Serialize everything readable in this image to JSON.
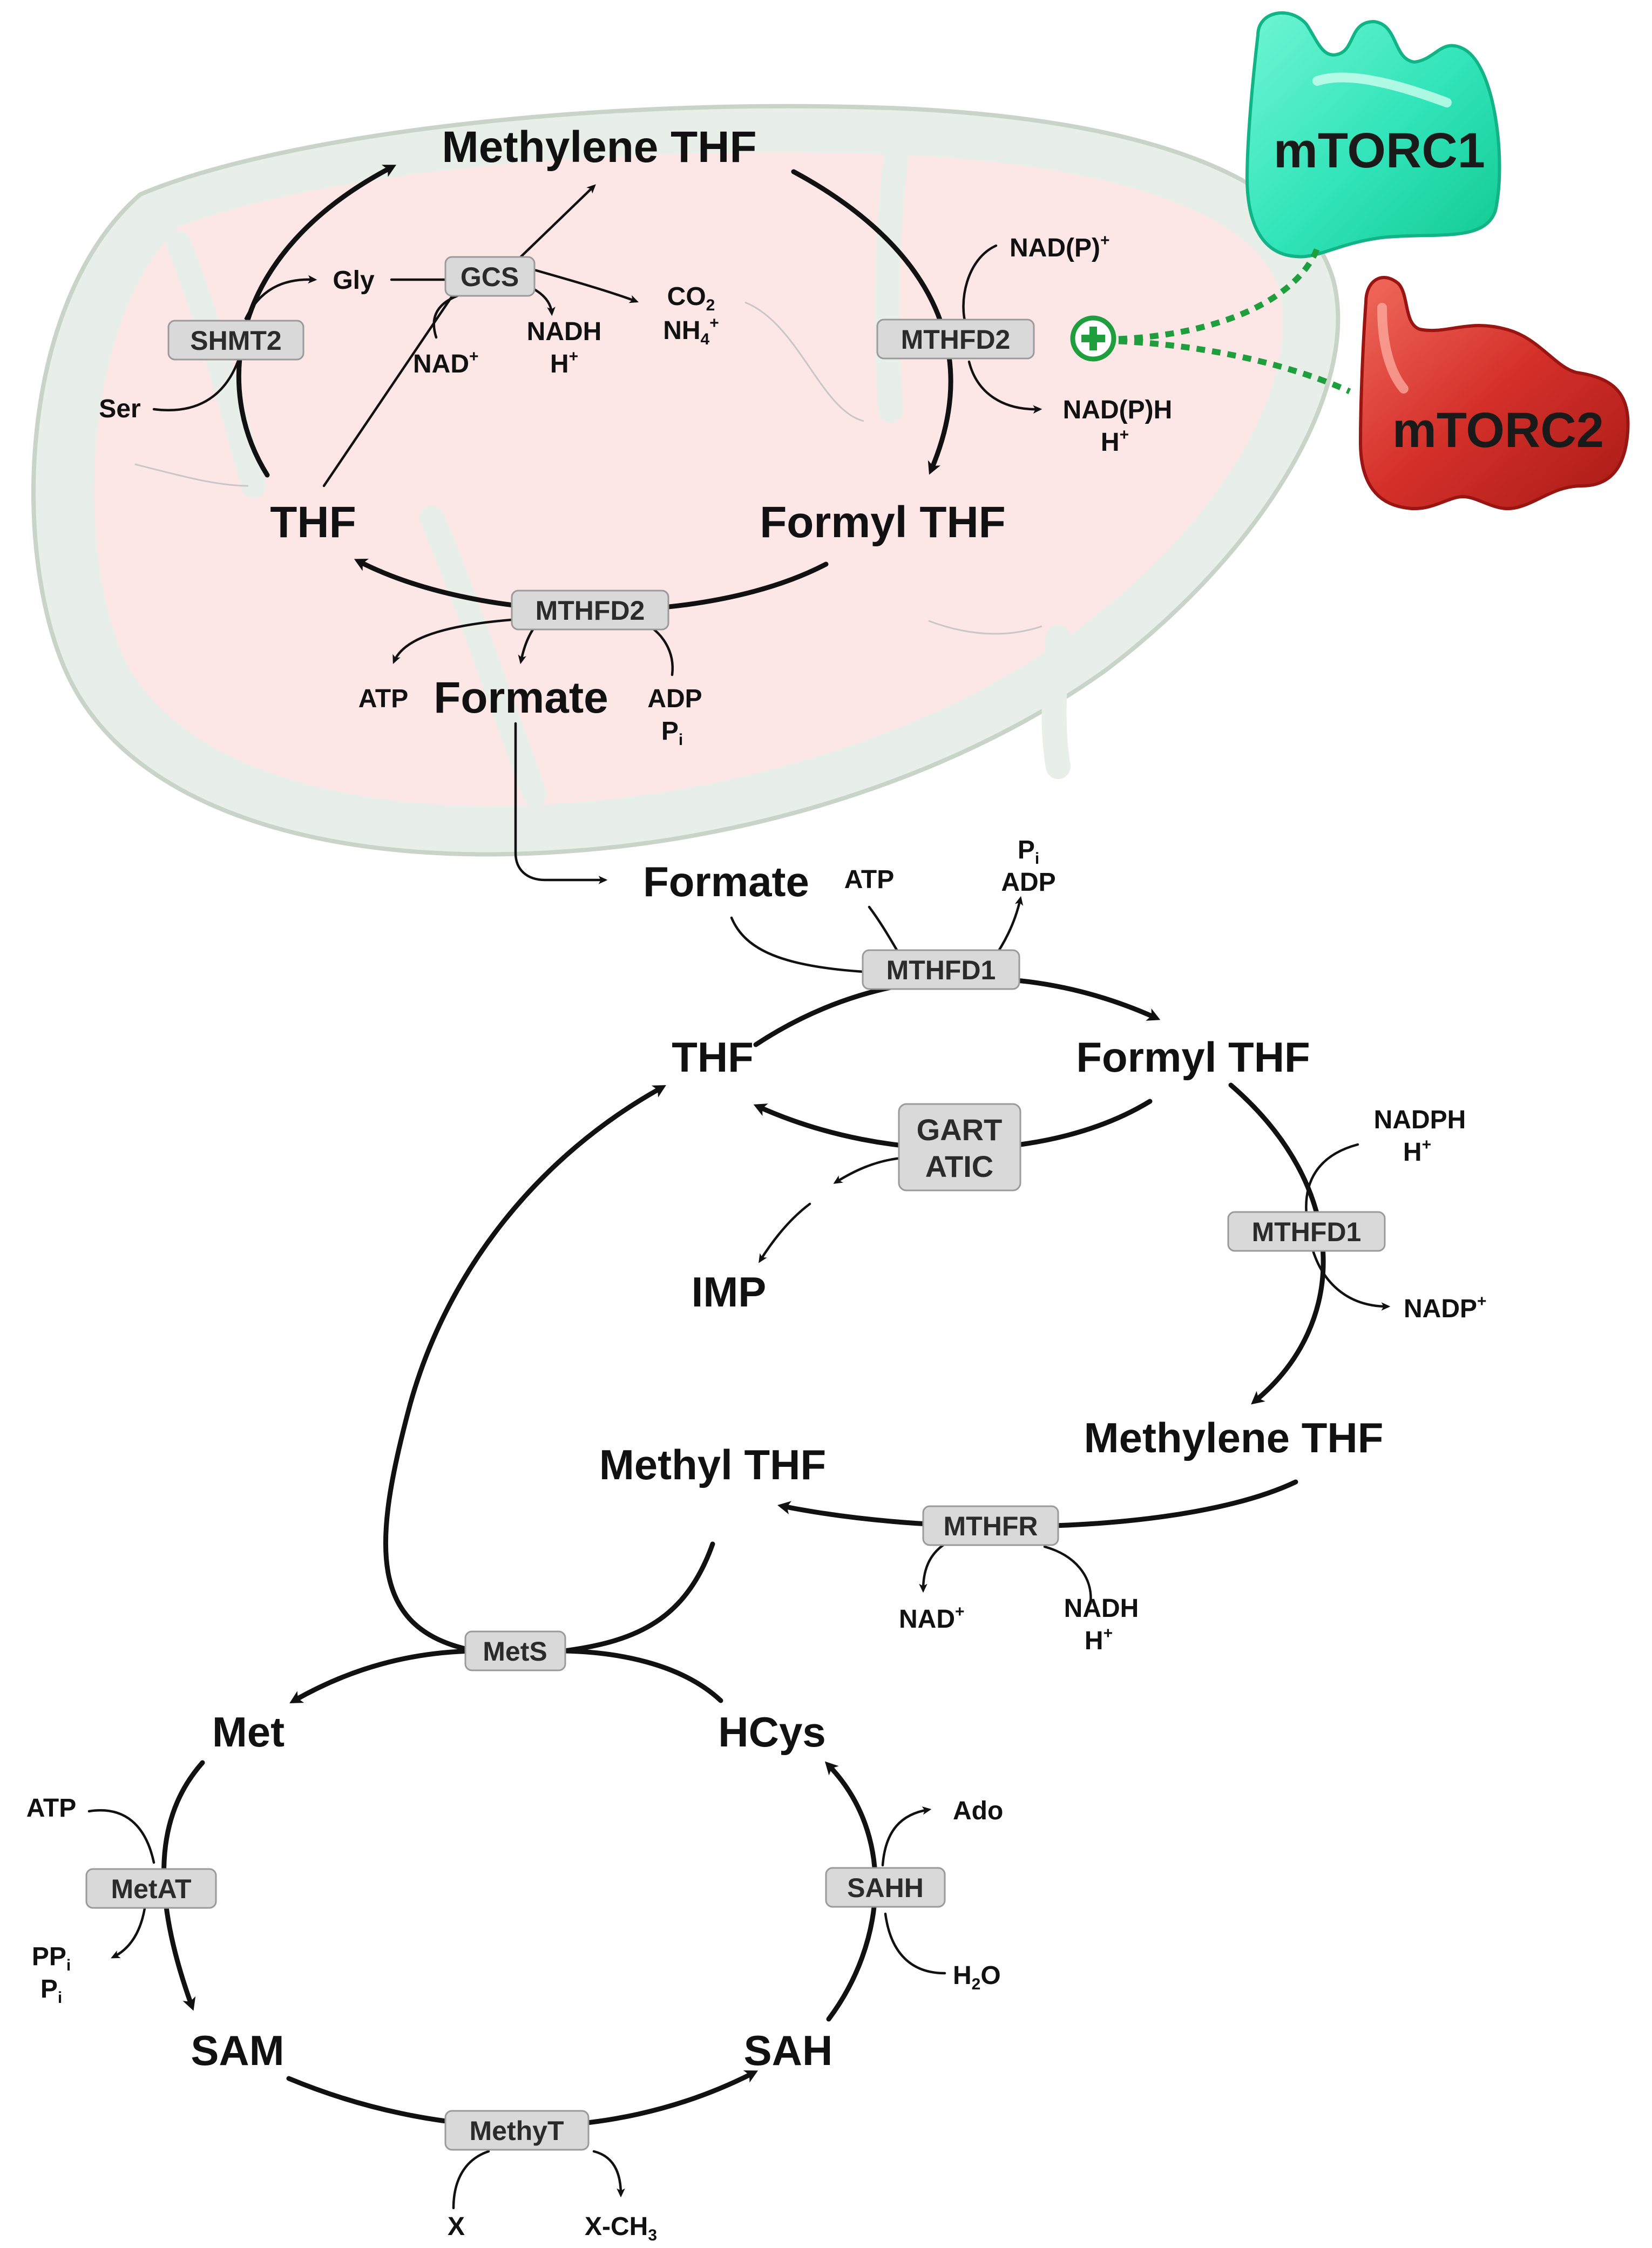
{
  "mitochondrion": {
    "metabolites": {
      "methylene_thf": "Methylene THF",
      "thf": "THF",
      "formyl_thf": "Formyl THF",
      "formate": "Formate"
    },
    "enzymes": {
      "shmt2": "SHMT2",
      "gcs": "GCS",
      "mthfd2_top": "MTHFD2",
      "mthfd2_bottom": "MTHFD2"
    },
    "cofactors": {
      "ser": "Ser",
      "gly": "Gly",
      "nad_plus": "NAD",
      "nadh": "NADH",
      "h_plus_1": "H",
      "co2": "CO",
      "nh4": "NH",
      "nadp_plus": "NAD(P)",
      "nadph": "NAD(P)H",
      "h_plus_2": "H",
      "atp": "ATP",
      "adp": "ADP",
      "pi": "P"
    }
  },
  "regulators": {
    "mtorc1": "mTORC1",
    "mtorc2": "mTORC2",
    "activation_symbol": "+",
    "colors": {
      "mtorc1": "#2fe3b8",
      "mtorc2": "#d4302a",
      "activation": "#1f9e3e"
    }
  },
  "cytosol": {
    "metabolites": {
      "formate": "Formate",
      "thf": "THF",
      "formyl_thf": "Formyl THF",
      "imp": "IMP",
      "methylene_thf": "Methylene THF",
      "methyl_thf": "Methyl THF",
      "met": "Met",
      "hcys": "HCys",
      "sam": "SAM",
      "sah": "SAH"
    },
    "enzymes": {
      "mthfd1_top": "MTHFD1",
      "gart": "GART",
      "atic": "ATIC",
      "mthfd1_right": "MTHFD1",
      "mthfr": "MTHFR",
      "mets": "MetS",
      "metat": "MetAT",
      "sahh": "SAHH",
      "methyt": "MethyT"
    },
    "cofactors": {
      "atp_1": "ATP",
      "pi_1": "P",
      "adp_1": "ADP",
      "nadph": "NADPH",
      "h_plus_1": "H",
      "nadp_plus": "NADP",
      "nad_plus": "NAD",
      "nadh": "NADH",
      "h_plus_2": "H",
      "atp_2": "ATP",
      "ppi": "PP",
      "pi_2": "P",
      "ado": "Ado",
      "h2o": "H",
      "x": "X",
      "x_ch3": "X-CH"
    }
  },
  "notation": {
    "plus": "+",
    "sub_i": "i",
    "sub_2": "2",
    "sub_3": "3",
    "sub_4": "4",
    "oxygen": "O"
  }
}
